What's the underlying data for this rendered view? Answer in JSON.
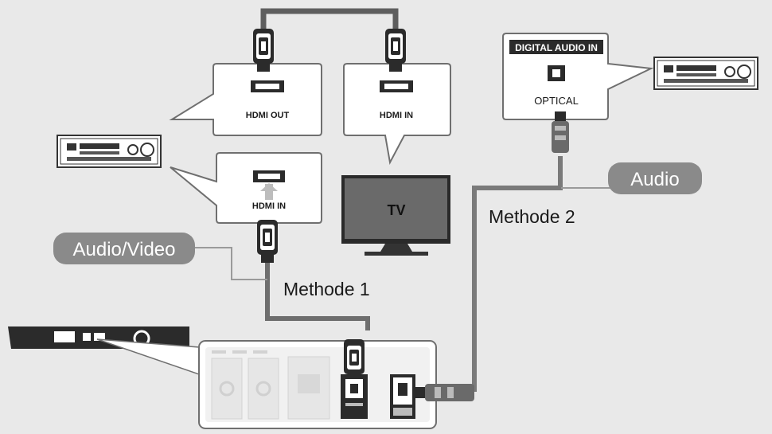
{
  "labels": {
    "hdmi_out": "HDMI OUT",
    "hdmi_in_tv": "HDMI IN",
    "hdmi_in_receiver": "HDMI IN",
    "tv": "TV",
    "digital_audio_in": "DIGITAL AUDIO IN",
    "optical": "OPTICAL",
    "audio": "Audio",
    "audio_video": "Audio/Video",
    "methode_1": "Methode 1",
    "methode_2": "Methode 2"
  },
  "colors": {
    "background": "#e9e9e9",
    "pill": "#8a8a8a",
    "cable": "#6e6e6e",
    "device_dark": "#2b2b2b"
  },
  "icons": [
    "hdmi-port-icon",
    "hdmi-plug-icon",
    "optical-port-icon",
    "optical-plug-icon",
    "av-receiver-icon",
    "tv-icon",
    "blu-ray-player-icon"
  ]
}
